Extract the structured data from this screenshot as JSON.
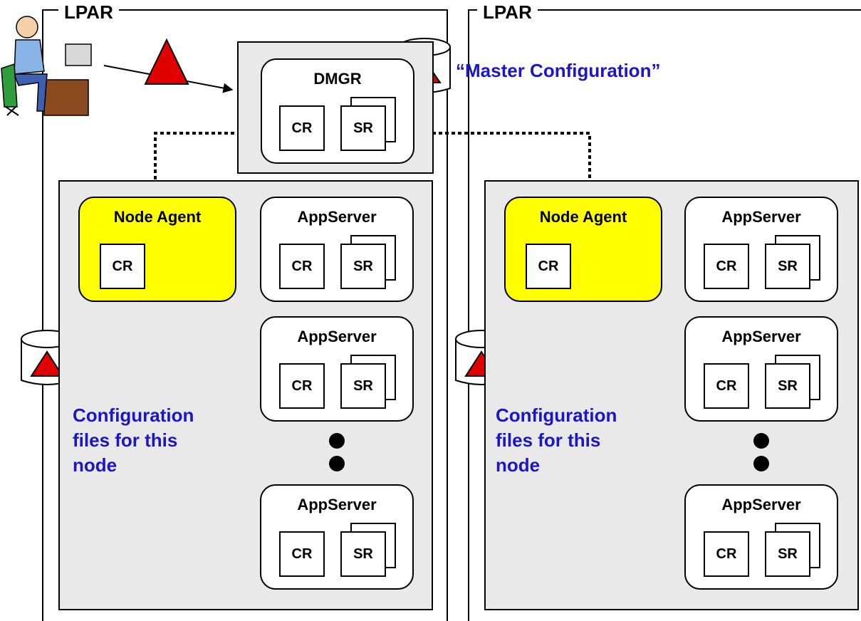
{
  "lpars": [
    {
      "label": "LPAR",
      "node_agent": {
        "title": "Node Agent",
        "cr": "CR"
      },
      "appservers": [
        {
          "title": "AppServer",
          "cr": "CR",
          "sr": "SR"
        },
        {
          "title": "AppServer",
          "cr": "CR",
          "sr": "SR"
        },
        {
          "title": "AppServer",
          "cr": "CR",
          "sr": "SR"
        }
      ],
      "config_note": [
        "Configuration",
        "files for this",
        "node"
      ]
    },
    {
      "label": "LPAR",
      "node_agent": {
        "title": "Node Agent",
        "cr": "CR"
      },
      "appservers": [
        {
          "title": "AppServer",
          "cr": "CR",
          "sr": "SR"
        },
        {
          "title": "AppServer",
          "cr": "CR",
          "sr": "SR"
        },
        {
          "title": "AppServer",
          "cr": "CR",
          "sr": "SR"
        }
      ],
      "config_note": [
        "Configuration",
        "files for this",
        "node"
      ]
    }
  ],
  "dmgr": {
    "title": "DMGR",
    "cr": "CR",
    "sr": "SR"
  },
  "master_config_label": "“Master Configuration”",
  "colors": {
    "accent_blue": "#1b16c8",
    "change_marker": "#e00000",
    "node_agent": "#ffff00",
    "region_gray": "#e9e9e9"
  },
  "icons": [
    "admin-user-icon",
    "change-triangle-icon",
    "config-repository-icon"
  ]
}
